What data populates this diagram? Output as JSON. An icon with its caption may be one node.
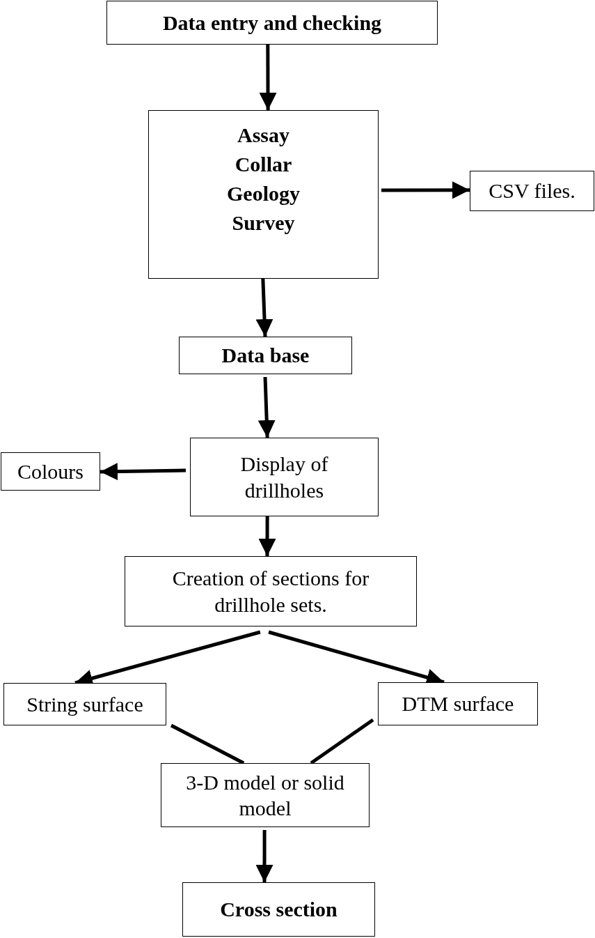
{
  "diagram": {
    "nodes": [
      {
        "text": [
          "Data entry and checking"
        ]
      },
      {
        "text": [
          "Assay",
          "Collar",
          "Geology",
          "Survey"
        ]
      },
      {
        "text": [
          "CSV files."
        ]
      },
      {
        "text": [
          "Data base"
        ]
      },
      {
        "text": [
          "Display of drillholes"
        ]
      },
      {
        "text": [
          "Colours"
        ]
      },
      {
        "text": [
          "Creation of sections for drillhole sets."
        ]
      },
      {
        "text": [
          "String surface"
        ]
      },
      {
        "text": [
          "DTM surface"
        ]
      },
      {
        "text": [
          "3-D model or solid model"
        ]
      },
      {
        "text": [
          "Cross section"
        ]
      }
    ],
    "edges": [
      {
        "from": 0,
        "to": 1,
        "arrow": "to"
      },
      {
        "from": 1,
        "to": 2,
        "arrow": "to"
      },
      {
        "from": 1,
        "to": 3,
        "arrow": "to"
      },
      {
        "from": 3,
        "to": 4,
        "arrow": "to"
      },
      {
        "from": 4,
        "to": 5,
        "arrow": "to"
      },
      {
        "from": 4,
        "to": 6,
        "arrow": "to"
      },
      {
        "from": 6,
        "to": 7,
        "arrow": "to"
      },
      {
        "from": 6,
        "to": 8,
        "arrow": "to"
      },
      {
        "from": 7,
        "to": 9,
        "arrow": "none"
      },
      {
        "from": 8,
        "to": 9,
        "arrow": "none"
      },
      {
        "from": 9,
        "to": 10,
        "arrow": "to"
      }
    ]
  }
}
